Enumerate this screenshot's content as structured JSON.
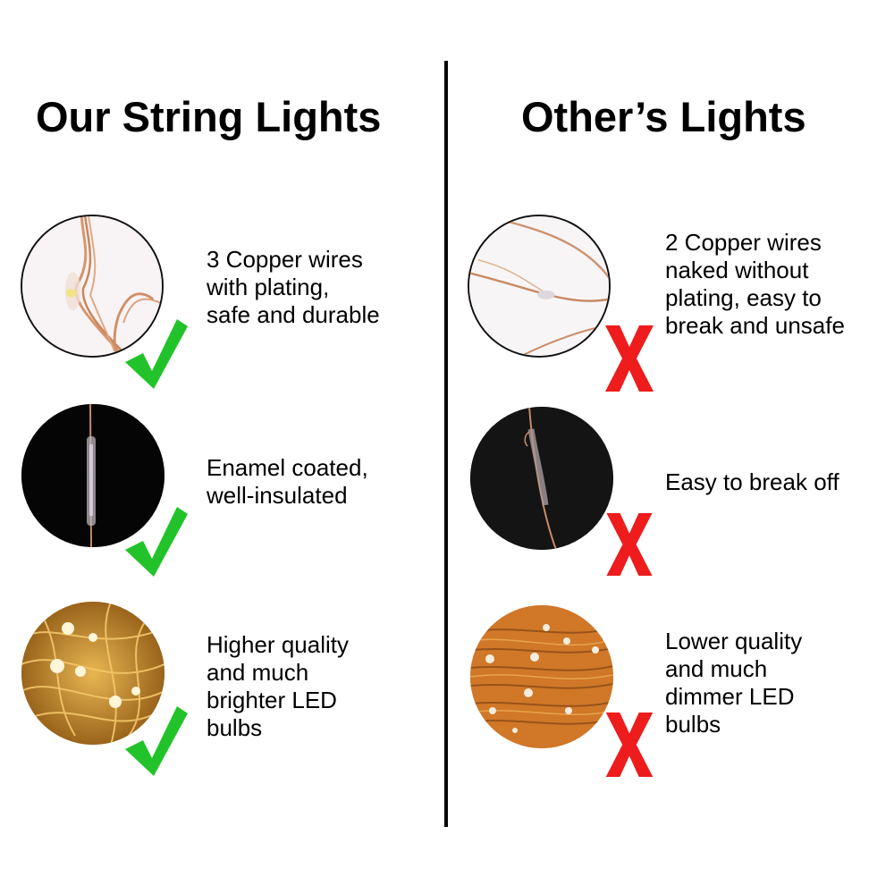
{
  "left_column": {
    "heading": "Our String Lights",
    "items": [
      {
        "image": "copper-wires-plated-closeup",
        "lines": [
          "3 Copper wires",
          "with plating,",
          "safe and durable"
        ],
        "mark": "check"
      },
      {
        "image": "enamel-coated-joint-closeup",
        "lines": [
          "Enamel coated,",
          "well-insulated"
        ],
        "mark": "check"
      },
      {
        "image": "bright-led-bulbs-closeup",
        "lines": [
          "Higher quality",
          "and much",
          "brighter LED",
          "bulbs"
        ],
        "mark": "check"
      }
    ]
  },
  "right_column": {
    "heading": "Other’s Lights",
    "items": [
      {
        "image": "bare-copper-wires-closeup",
        "lines": [
          "2 Copper wires",
          "naked without",
          "plating, easy to",
          "break and unsafe"
        ],
        "mark": "cross"
      },
      {
        "image": "weak-joint-closeup",
        "lines": [
          "Easy to break off"
        ],
        "mark": "cross"
      },
      {
        "image": "dim-led-bulbs-closeup",
        "lines": [
          "Lower quality",
          "and much",
          "dimmer LED",
          "bulbs"
        ],
        "mark": "cross"
      }
    ]
  },
  "colors": {
    "check": "#22c32a",
    "cross": "#ee1c1c",
    "divider": "#000000",
    "copper": "#d7986e"
  }
}
